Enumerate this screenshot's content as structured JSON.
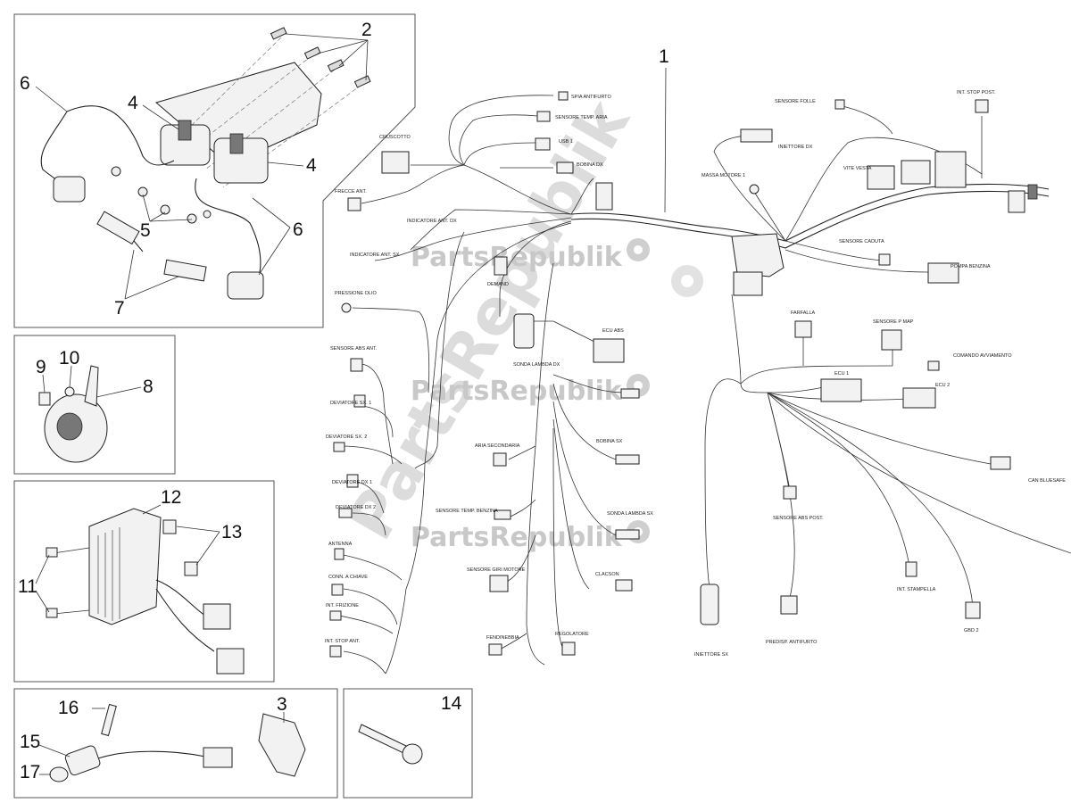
{
  "callouts": {
    "n1": "1",
    "n2": "2",
    "n3": "3",
    "n4a": "4",
    "n4b": "4",
    "n5": "5",
    "n6a": "6",
    "n6b": "6",
    "n7": "7",
    "n8": "8",
    "n9": "9",
    "n10": "10",
    "n11": "11",
    "n12": "12",
    "n13": "13",
    "n14": "14",
    "n15": "15",
    "n16": "16",
    "n17": "17"
  },
  "watermark": {
    "brand": "PartsRepublik"
  },
  "connector_labels": {
    "spia_antifurto": "SPIA ANTIFURTO",
    "sensore_temp_aria": "SENSORE TEMP. ARIA",
    "usb": "USB 1",
    "cruscotto": "CRUSCOTTO",
    "bobina_dx": "BOBINA DX",
    "frecce_ant": "FRECCE ANT.",
    "indicatore_ant_dx": "INDICATORE ANT. DX",
    "indicatore_ant_sx": "INDICATORE ANT. SX",
    "demand": "DEMAND",
    "pressione_olio": "PRESSIONE OLIO",
    "ecu_abs": "ECU ABS",
    "sonda_lambda_dx": "SONDA LAMBDA DX",
    "sensore_abs_ant": "SENSORE ABS ANT.",
    "deviatore_sx_1": "DEVIATORE SX. 1",
    "deviatore_sx_2": "DEVIATORE SX. 2",
    "aria_secondaria": "ARIA SECONDARIA",
    "bobina_sx": "BOBINA SX",
    "deviatore_dx_1": "DEVIATORE DX 1",
    "deviatore_dx_2": "DEVIATORE DX 2",
    "sensore_temp_benzina": "SENSORE TEMP. BENZINA",
    "sonda_lambda_sx": "SONDA LAMBDA SX",
    "antenna": "ANTENNA",
    "cavo_a_chiave": "CONN. A CHIAVE",
    "sensore_giri_motore": "SENSORE GIRI MOTORE",
    "clacson": "CLACSON",
    "int_frizione": "INT. FRIZIONE",
    "int_stop_ant": "INT. STOP ANT.",
    "regolatore": "REGOLATORE",
    "fendinebbia": "FENDINEBBIA",
    "massa_motore": "MASSA MOTORE 1",
    "iniettore_dx": "INIETTORE DX",
    "sensore_folle": "SENSORE FOLLE",
    "int_stop_post": "INT. STOP POST.",
    "sensore_caduta": "SENSORE CADUTA",
    "pompa_benzina": "POMPA BENZINA",
    "farfalla": "FARFALLA",
    "sensore_p_map": "SENSORE P MAP",
    "comando_avviamento": "COMANDO AVVIAMENTO",
    "ecu_1": "ECU 1",
    "ecu_2": "ECU 2",
    "can_bluesafe": "CAN BLUESAFE",
    "sensore_abs_post": "SENSORE ABS POST.",
    "int_stampella": "INT. STAMPELLA",
    "iniettore_sx": "INIETTORE SX",
    "predisp_antifurto": "PREDISP. ANTIFURTO",
    "gbd_2": "GBD 2",
    "vite_vesta": "VITE VESTA"
  }
}
